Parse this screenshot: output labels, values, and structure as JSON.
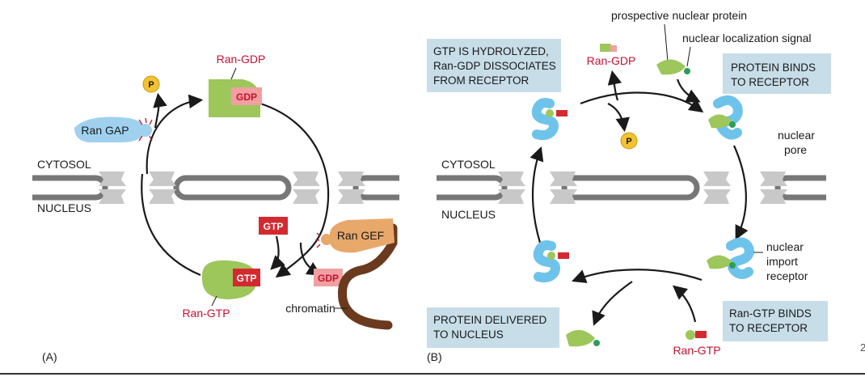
{
  "panel_a": {
    "label": "(A)",
    "cytosol": "CYTOSOL",
    "nucleus": "NUCLEUS",
    "ran_gdp": "Ran-GDP",
    "gdp_chip": "GDP",
    "ran_gtp": "Ran-GTP",
    "gtp_chip": "GTP",
    "gtp_free": "GTP",
    "gdp_free": "GDP",
    "ran_gap": "Ran GAP",
    "ran_gef": "Ran GEF",
    "chromatin": "chromatin",
    "phosphate": "P"
  },
  "panel_b": {
    "label": "(B)",
    "cytosol": "CYTOSOL",
    "nucleus": "NUCLEUS",
    "box_hydrolyzed": [
      "GTP IS HYDROLYZED,",
      "Ran-GDP DISSOCIATES",
      "FROM RECEPTOR"
    ],
    "box_binds": [
      "PROTEIN BINDS",
      "TO RECEPTOR"
    ],
    "box_delivered": [
      "PROTEIN DELIVERED",
      "TO NUCLEUS"
    ],
    "box_rangtp_binds": [
      "Ran-GTP BINDS",
      "TO RECEPTOR"
    ],
    "prospective": "prospective nuclear protein",
    "nls": "nuclear localization signal",
    "nuclear_pore": [
      "nuclear",
      "pore"
    ],
    "import_receptor": [
      "nuclear",
      "import",
      "receptor"
    ],
    "ran_gdp": "Ran-GDP",
    "ran_gtp": "Ran-GTP",
    "phosphate": "P"
  },
  "page_number": "2",
  "colors": {
    "green": "#9dc65b",
    "blue": "#6ec3ea",
    "red": "#d42a2f",
    "pink": "#f0a0a0",
    "gray": "#c8c8c8",
    "membrane": "#777777",
    "box": "#c7dde8",
    "orange": "#e8a86a",
    "chromatin": "#6b3a1e",
    "phosphate": "#f2c230"
  }
}
